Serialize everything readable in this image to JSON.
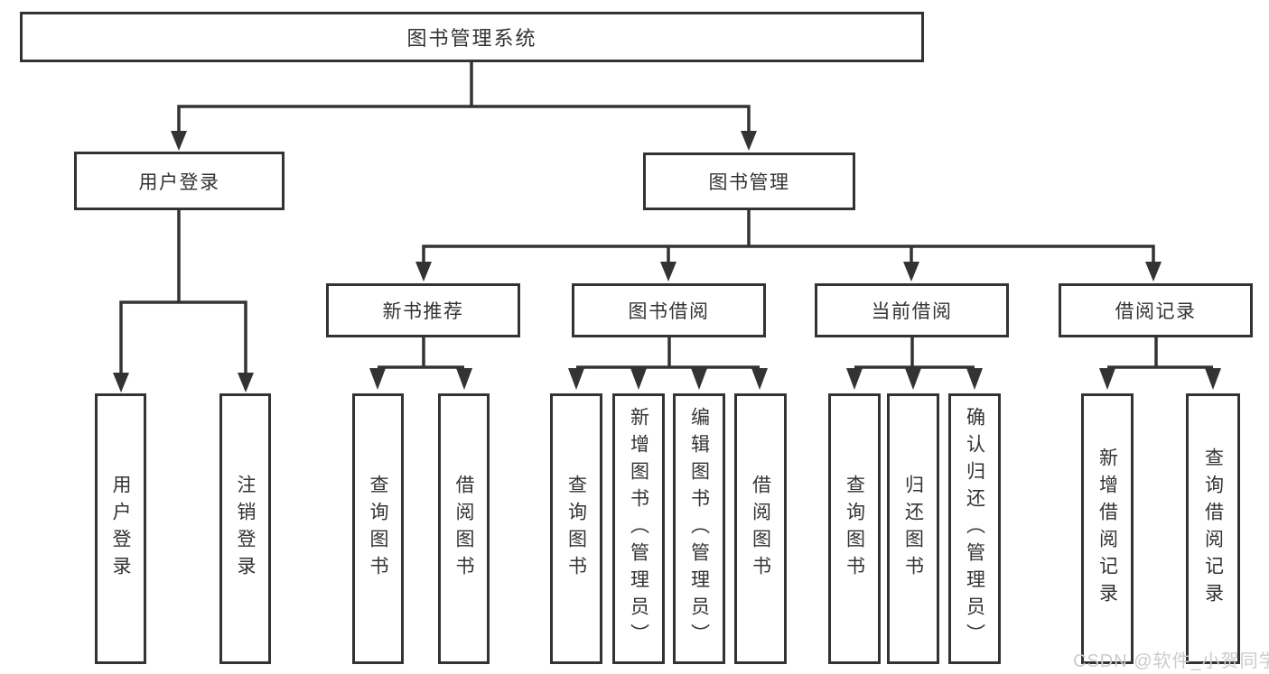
{
  "tree": {
    "label": "图书管理系统",
    "children": [
      {
        "label": "用户登录",
        "children": [
          {
            "label": "用户登录"
          },
          {
            "label": "注销登录"
          }
        ]
      },
      {
        "label": "图书管理",
        "children": [
          {
            "label": "新书推荐",
            "children": [
              {
                "label": "查询图书"
              },
              {
                "label": "借阅图书"
              }
            ]
          },
          {
            "label": "图书借阅",
            "children": [
              {
                "label": "查询图书"
              },
              {
                "label": "新增图书（管理员）"
              },
              {
                "label": "编辑图书（管理员）"
              },
              {
                "label": "借阅图书"
              }
            ]
          },
          {
            "label": "当前借阅",
            "children": [
              {
                "label": "查询图书"
              },
              {
                "label": "归还图书"
              },
              {
                "label": "确认归还（管理员）"
              }
            ]
          },
          {
            "label": "借阅记录",
            "children": [
              {
                "label": "新增借阅记录"
              },
              {
                "label": "查询借阅记录"
              }
            ]
          }
        ]
      }
    ]
  },
  "watermark": {
    "text": "CSDN @软件_小贺同学"
  },
  "colors": {
    "line": "#333333",
    "text": "#333333",
    "watermark": "#cccccc",
    "background": "#ffffff"
  }
}
